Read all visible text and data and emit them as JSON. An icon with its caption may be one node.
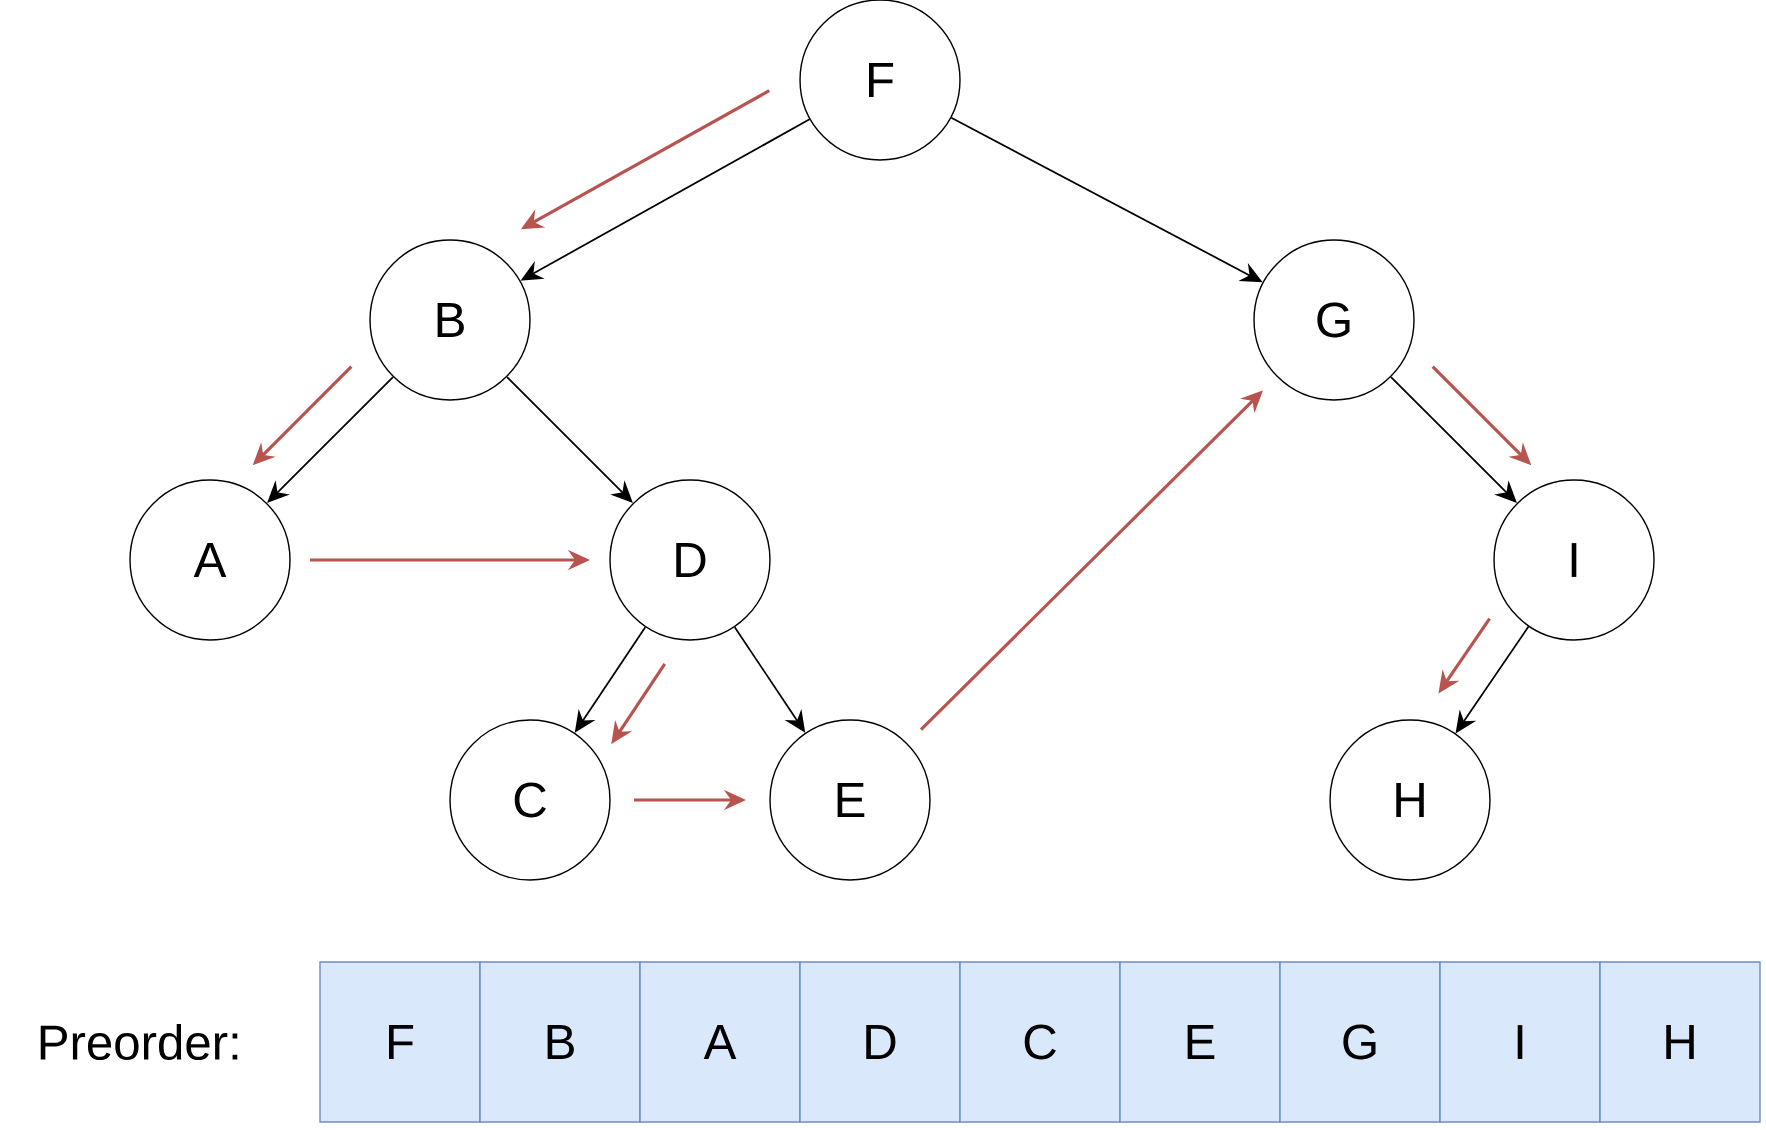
{
  "diagram": {
    "nodes": [
      {
        "text": [
          "F"
        ]
      },
      {
        "text": [
          "B"
        ]
      },
      {
        "text": [
          "G"
        ]
      },
      {
        "text": [
          "A"
        ]
      },
      {
        "text": [
          "D"
        ]
      },
      {
        "text": [
          "I"
        ]
      },
      {
        "text": [
          "C"
        ]
      },
      {
        "text": [
          "E"
        ]
      },
      {
        "text": [
          "H"
        ]
      }
    ],
    "edges": [
      {
        "from": 0,
        "to": 1,
        "arrow": "to"
      },
      {
        "from": 0,
        "to": 2,
        "arrow": "to"
      },
      {
        "from": 1,
        "to": 3,
        "arrow": "to"
      },
      {
        "from": 1,
        "to": 4,
        "arrow": "to"
      },
      {
        "from": 4,
        "to": 6,
        "arrow": "to"
      },
      {
        "from": 4,
        "to": 7,
        "arrow": "to"
      },
      {
        "from": 2,
        "to": 5,
        "arrow": "to"
      },
      {
        "from": 5,
        "to": 8,
        "arrow": "to"
      },
      {
        "from": 0,
        "to": 1,
        "arrow": "to",
        "color": "#b85450"
      },
      {
        "from": 1,
        "to": 3,
        "arrow": "to",
        "color": "#b85450"
      },
      {
        "from": 3,
        "to": 4,
        "arrow": "to",
        "color": "#b85450"
      },
      {
        "from": 4,
        "to": 6,
        "arrow": "to",
        "color": "#b85450"
      },
      {
        "from": 6,
        "to": 7,
        "arrow": "to",
        "color": "#b85450"
      },
      {
        "from": 7,
        "to": 2,
        "arrow": "to",
        "color": "#b85450"
      },
      {
        "from": 2,
        "to": 5,
        "arrow": "to",
        "color": "#b85450"
      },
      {
        "from": 5,
        "to": 8,
        "arrow": "to",
        "color": "#b85450"
      }
    ],
    "labels": [
      "Preorder:",
      "F",
      "B",
      "A",
      "D",
      "C",
      "E",
      "G",
      "I",
      "H"
    ]
  }
}
